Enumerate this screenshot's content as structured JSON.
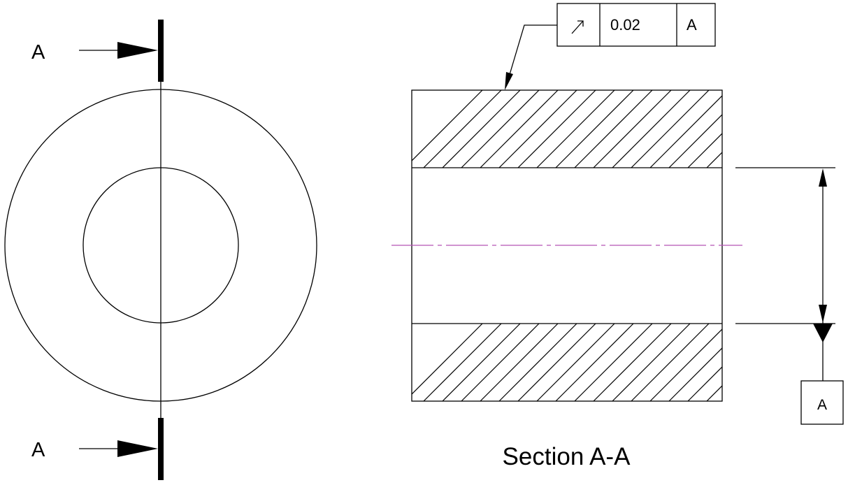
{
  "section_markers": {
    "top_letter": "A",
    "bottom_letter": "A"
  },
  "feature_control_frame": {
    "symbol": "circular-runout-arrow",
    "tolerance": "0.02",
    "datum": "A"
  },
  "datum_feature": {
    "label": "A"
  },
  "section_title": "Section A-A",
  "colors": {
    "lines": "#000000",
    "centerline": "#b455b4",
    "background": "#ffffff"
  }
}
